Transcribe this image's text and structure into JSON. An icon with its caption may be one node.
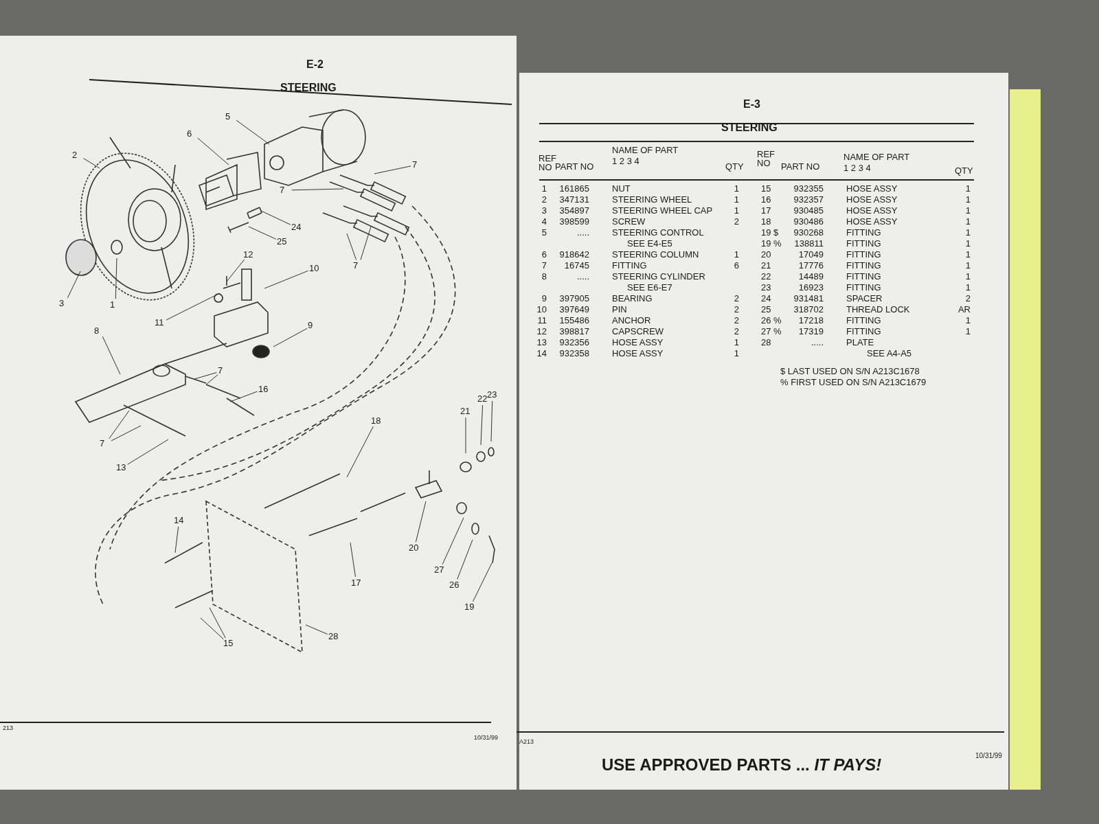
{
  "diagram": {
    "nodes": [
      {
        "text": [
          "5"
        ]
      },
      {
        "text": [
          "6"
        ]
      },
      {
        "text": [
          "2"
        ]
      },
      {
        "text": [
          "7"
        ]
      },
      {
        "text": [
          "7"
        ]
      },
      {
        "text": [
          "24"
        ]
      },
      {
        "text": [
          "25"
        ]
      },
      {
        "text": [
          "12"
        ]
      },
      {
        "text": [
          "10"
        ]
      },
      {
        "text": [
          "7"
        ]
      },
      {
        "text": [
          "3"
        ]
      },
      {
        "text": [
          "1"
        ]
      },
      {
        "text": [
          "11"
        ]
      },
      {
        "text": [
          "9"
        ]
      },
      {
        "text": [
          "8"
        ]
      },
      {
        "text": [
          "7"
        ]
      },
      {
        "text": [
          "16"
        ]
      },
      {
        "text": [
          "18"
        ]
      },
      {
        "text": [
          "21"
        ]
      },
      {
        "text": [
          "22"
        ]
      },
      {
        "text": [
          "23"
        ]
      },
      {
        "text": [
          "7"
        ]
      },
      {
        "text": [
          "13"
        ]
      },
      {
        "text": [
          "14"
        ]
      },
      {
        "text": [
          "20"
        ]
      },
      {
        "text": [
          "27"
        ]
      },
      {
        "text": [
          "17"
        ]
      },
      {
        "text": [
          "26"
        ]
      },
      {
        "text": [
          "19"
        ]
      },
      {
        "text": [
          "15"
        ]
      },
      {
        "text": [
          "28"
        ]
      }
    ],
    "edges": [
      {
        "from": 0,
        "to": null,
        "arrow": "none"
      },
      {
        "from": 1,
        "to": null,
        "arrow": "none"
      },
      {
        "from": 2,
        "to": null,
        "arrow": "none"
      },
      {
        "from": 3,
        "to": null,
        "arrow": "none"
      },
      {
        "from": 4,
        "to": null,
        "arrow": "none"
      },
      {
        "from": 5,
        "to": null,
        "arrow": "none"
      },
      {
        "from": 6,
        "to": null,
        "arrow": "none"
      },
      {
        "from": 7,
        "to": null,
        "arrow": "none"
      },
      {
        "from": 8,
        "to": null,
        "arrow": "none"
      },
      {
        "from": 9,
        "to": null,
        "arrow": "none"
      },
      {
        "from": 9,
        "to": null,
        "arrow": "none"
      },
      {
        "from": 10,
        "to": null,
        "arrow": "none"
      },
      {
        "from": 11,
        "to": null,
        "arrow": "none"
      },
      {
        "from": 12,
        "to": null,
        "arrow": "none"
      },
      {
        "from": 13,
        "to": null,
        "arrow": "none"
      },
      {
        "from": 14,
        "to": null,
        "arrow": "none"
      },
      {
        "from": 15,
        "to": null,
        "arrow": "none"
      },
      {
        "from": 15,
        "to": null,
        "arrow": "none"
      },
      {
        "from": 16,
        "to": null,
        "arrow": "none"
      },
      {
        "from": 17,
        "to": null,
        "arrow": "none"
      },
      {
        "from": 18,
        "to": null,
        "arrow": "none"
      },
      {
        "from": 19,
        "to": null,
        "arrow": "none"
      },
      {
        "from": 20,
        "to": null,
        "arrow": "none"
      },
      {
        "from": 21,
        "to": null,
        "arrow": "none"
      },
      {
        "from": 21,
        "to": null,
        "arrow": "none"
      },
      {
        "from": 22,
        "to": null,
        "arrow": "none"
      },
      {
        "from": 23,
        "to": null,
        "arrow": "none"
      },
      {
        "from": 24,
        "to": null,
        "arrow": "none"
      },
      {
        "from": 25,
        "to": null,
        "arrow": "none"
      },
      {
        "from": 26,
        "to": null,
        "arrow": "none"
      },
      {
        "from": 27,
        "to": null,
        "arrow": "none"
      },
      {
        "from": 28,
        "to": null,
        "arrow": "none"
      },
      {
        "from": 29,
        "to": null,
        "arrow": "none"
      },
      {
        "from": 29,
        "to": null,
        "arrow": "none"
      },
      {
        "from": 30,
        "to": null,
        "arrow": "none"
      }
    ],
    "labels": [
      "E-2",
      "STEERING",
      "E-3",
      "STEERING",
      "REF NO",
      "PART NO",
      "NAME OF PART",
      "1 2 3 4",
      "QTY",
      "REF NO",
      "PART NO",
      "NAME OF PART",
      "1 2 3 4",
      "QTY",
      "1",
      "161865",
      "NUT",
      "1",
      "15",
      "932355",
      "HOSE ASSY",
      "1",
      "2",
      "347131",
      "STEERING WHEEL",
      "1",
      "16",
      "932357",
      "HOSE ASSY",
      "1",
      "3",
      "354897",
      "STEERING WHEEL CAP",
      "1",
      "17",
      "930485",
      "HOSE ASSY",
      "1",
      "4",
      "398599",
      "SCREW",
      "2",
      "18",
      "930486",
      "HOSE ASSY",
      "1",
      "5",
      ".....",
      "STEERING CONTROL",
      "19 $",
      "930268",
      "FITTING",
      "1",
      "SEE E4-E5",
      "19 %",
      "138811",
      "FITTING",
      "1",
      "6",
      "918642",
      "STEERING COLUMN",
      "1",
      "20",
      "17049",
      "FITTING",
      "1",
      "7",
      "16745",
      "FITTING",
      "6",
      "21",
      "17776",
      "FITTING",
      "1",
      "8",
      ".....",
      "STEERING CYLINDER",
      "22",
      "14489",
      "FITTING",
      "1",
      "SEE E6-E7",
      "23",
      "16923",
      "FITTING",
      "1",
      "9",
      "397905",
      "BEARING",
      "2",
      "24",
      "931481",
      "SPACER",
      "2",
      "10",
      "397649",
      "PIN",
      "2",
      "25",
      "318702",
      "THREAD LOCK",
      "AR",
      "11",
      "155486",
      "ANCHOR",
      "2",
      "26 %",
      "17218",
      "FITTING",
      "1",
      "12",
      "398817",
      "CAPSCREW",
      "2",
      "27 %",
      "17319",
      "FITTING",
      "1",
      "13",
      "932356",
      "HOSE ASSY",
      "1",
      "28",
      ".....",
      "PLATE",
      "14",
      "932358",
      "HOSE ASSY",
      "1",
      "SEE A4-A5",
      "$ LAST USED ON S/N A213C1678",
      "% FIRST USED ON S/N A213C1679",
      "213",
      "10/31/99",
      "A213",
      "USE APPROVED PARTS ... *IT PAYS!*",
      "10/31/99"
    ]
  }
}
